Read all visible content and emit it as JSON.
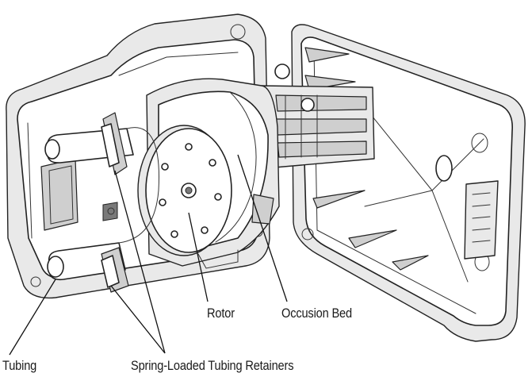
{
  "labels": {
    "rotor": "Rotor",
    "occlusion_bed": "Occusion Bed",
    "tubing": "Tubing",
    "retainers": "Spring-Loaded Tubing Retainers"
  },
  "colors": {
    "line": "#222222",
    "background": "#ffffff",
    "shade": "#e9e9e9"
  }
}
